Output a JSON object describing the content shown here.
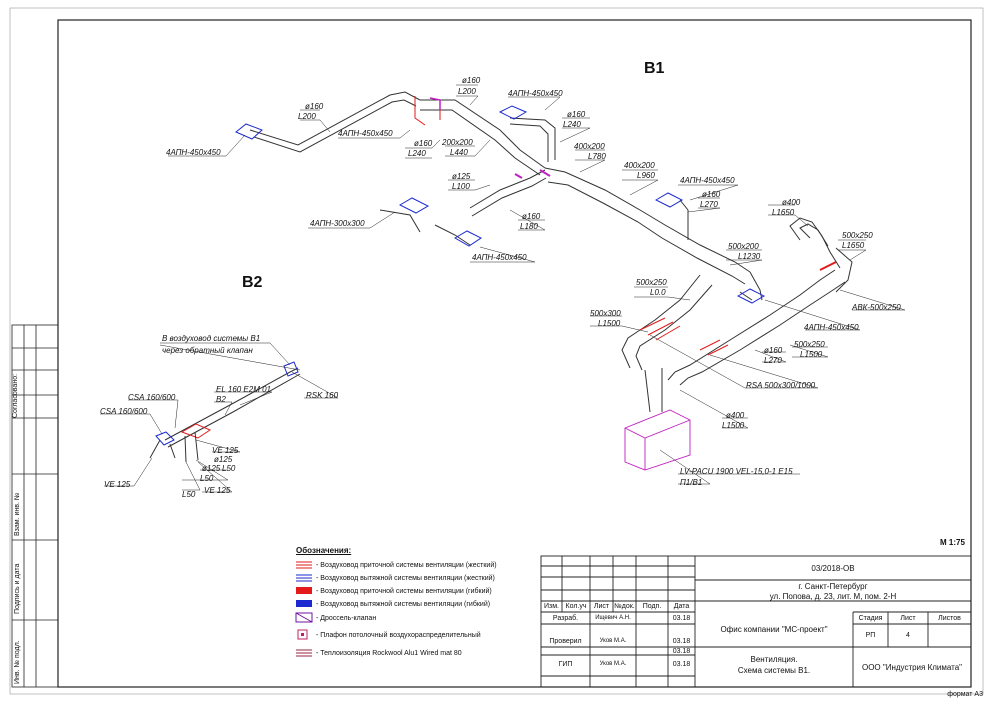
{
  "diagram": {
    "system_b1": "B1",
    "system_b2": "B2",
    "scale": "М 1:75",
    "labels": {
      "b1_4apn_left": "4АПН-450х450",
      "b1_d160_l200": "ø160",
      "b1_l200": "L200",
      "b1_4apn_center": "4АПН-450х450",
      "b1_d160_top": "ø160",
      "b1_l200_top": "L200",
      "b1_d160_l240a": "ø160",
      "b1_l240a": "L240",
      "b1_200x200": "200х200",
      "b1_l440": "L440",
      "b1_4apn_topright": "4АПН-450х450",
      "b1_d160_l240b": "ø160",
      "b1_l240b": "L240",
      "b1_400x200_a": "400х200",
      "b1_l780": "L780",
      "b1_d125": "ø125",
      "b1_l100": "L100",
      "b1_400x200_b": "400х200",
      "b1_l960": "L960",
      "b1_4apn_300": "4АПН-300х300",
      "b1_d160_l180": "ø160",
      "b1_l180": "L180",
      "b1_4apn_bottom": "4АПН-450х450",
      "b1_4apn_r1": "4АПН-450х450",
      "b1_d160_l270a": "ø160",
      "b1_l270a": "L270",
      "b1_d400_top": "ø400",
      "b1_l1650": "L1650",
      "b1_500x250_top": "500х250",
      "b1_l1650b": "L1650",
      "b1_500x200": "500х200",
      "b1_l1230": "L1230",
      "b1_500x250_l0": "500х250",
      "b1_l0": "L0.0",
      "b1_abk": "АВК-500х250",
      "b1_500x300": "500х300",
      "b1_l1500": "L1500",
      "b1_4apn_r2": "4АПН-450х450",
      "b1_500x250_l1500": "500х250",
      "b1_l1500b": "L1500",
      "b1_d160_l270b": "ø160",
      "b1_l270b": "L270",
      "b1_rsa": "RSA 500х300/1000",
      "b1_d400_bottom": "ø400",
      "b1_l1500c": "L1500",
      "b1_unit": "LV-PACU 1900 VEL-15,0-1 E15",
      "b1_unit_sub": "П1/В1",
      "b2_note1": "В воздуховод системы В1",
      "b2_note2": "через обратный клапан",
      "b2_rsk": "RSK 160",
      "b2_el": "EL 160 E2M 01",
      "b2_sub": "В2",
      "b2_csa1": "CSA 160/600",
      "b2_csa2": "CSA 160/600",
      "b2_ve125a": "VE 125",
      "b2_d125a": "ø125",
      "b2_l50a": "L50",
      "b2_d125b": "ø125",
      "b2_l50b": "L50",
      "b2_ve125b": "VE 125",
      "b2_l50c": "L50",
      "b2_ve125c": "VE 125"
    }
  },
  "side_stamp": {
    "soglasovano": "Согласовано:",
    "vzam": "Взам. инв. №",
    "podpis": "Подпись и дата",
    "inv_podl": "Инв. № подл."
  },
  "legend": {
    "title": "Обозначения:",
    "items": [
      {
        "text": "- Воздуховод приточной системы вентиляции (жесткий)",
        "color": "#d01010",
        "kind": "rigid"
      },
      {
        "text": "- Воздуховод вытяжной системы вентиляции (жесткий)",
        "color": "#1020c0",
        "kind": "rigid"
      },
      {
        "text": "- Воздуховод приточной системы вентиляции (гибкий)",
        "color": "#e01010",
        "kind": "flex"
      },
      {
        "text": "- Воздуховод вытяжной системы вентиляции (гибкий)",
        "color": "#1020d0",
        "kind": "flex"
      },
      {
        "text": "- Дроссель-клапан",
        "color": "#7010a0",
        "kind": "damper"
      },
      {
        "text": "- Плафон потолочный воздухораспределительный",
        "color": "#c02060",
        "kind": "plafond"
      },
      {
        "text": "- Теплоизоляция Rockwool Alu1 Wired mat 80",
        "color": "#9a2040",
        "kind": "insulation"
      }
    ]
  },
  "title_block": {
    "code": "03/2018-ОВ",
    "address1": "г. Санкт-Петербург",
    "address2": "ул. Попова, д. 23, лит. М, пом. 2-Н",
    "headers": [
      "Изм.",
      "Кол.уч",
      "Лист",
      "№док.",
      "Подп.",
      "Дата"
    ],
    "rows": [
      {
        "role": "Разраб.",
        "name": "Ищевич А.Н.",
        "date": "03.18"
      },
      {
        "role": "Проверил",
        "name": "Уков М.А.",
        "date": "03.18"
      },
      {
        "role": "",
        "name": "",
        "date": "03.18"
      },
      {
        "role": "ГИП",
        "name": "Уков М.А.",
        "date": "03.18"
      }
    ],
    "object": "Офис компании \"МС-проект\"",
    "stage_header": "Стадия",
    "sheet_header": "Лист",
    "sheets_header": "Листов",
    "stage": "РП",
    "sheet": "4",
    "sheets": "",
    "drawing_title1": "Вентиляция.",
    "drawing_title2": "Схема системы В1.",
    "company": "ООО \"Индустрия Климата\"",
    "format": "формат А3"
  },
  "colors": {
    "supply": "#e21a1a",
    "exhaust": "#1a2ad0",
    "damper": "#c020c0",
    "line": "#222222"
  }
}
